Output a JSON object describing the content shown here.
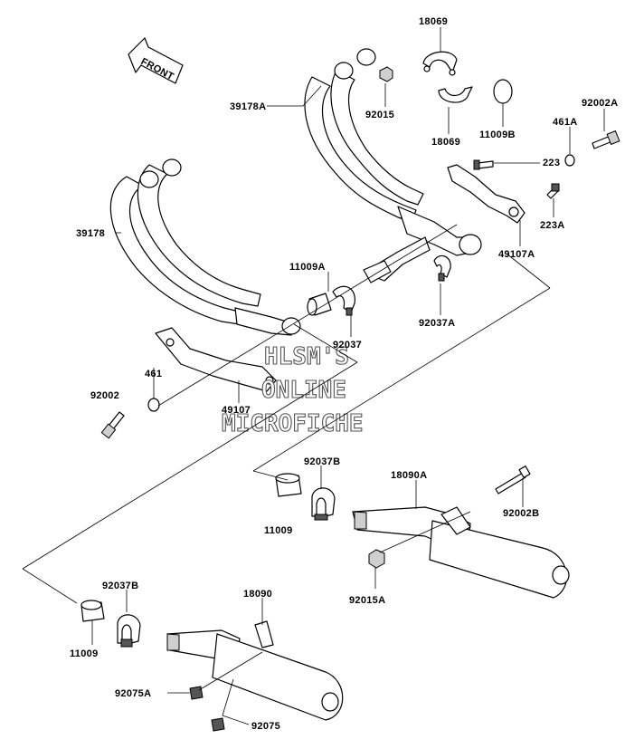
{
  "labels": {
    "front": "FRONT",
    "p18069_top": "18069",
    "p92015": "92015",
    "p39178A": "39178A",
    "p18069_bot": "18069",
    "p11009B": "11009B",
    "p92002A": "92002A",
    "p461A": "461A",
    "p223": "223",
    "p223A": "223A",
    "p49107A": "49107A",
    "p39178": "39178",
    "p11009A": "11009A",
    "p92037A": "92037A",
    "p92037": "92037",
    "p461": "461",
    "p92002": "92002",
    "p49107": "49107",
    "p92037B_top": "92037B",
    "p18090A": "18090A",
    "p11009_top": "11009",
    "p92002B": "92002B",
    "p92015A": "92015A",
    "p92037B_bot": "92037B",
    "p18090": "18090",
    "p11009_bot": "11009",
    "p92075A": "92075A",
    "p92075": "92075"
  },
  "watermark": {
    "line1": "HLSM'S",
    "line2": "ONLINE",
    "line3": "MICROFICHE"
  }
}
